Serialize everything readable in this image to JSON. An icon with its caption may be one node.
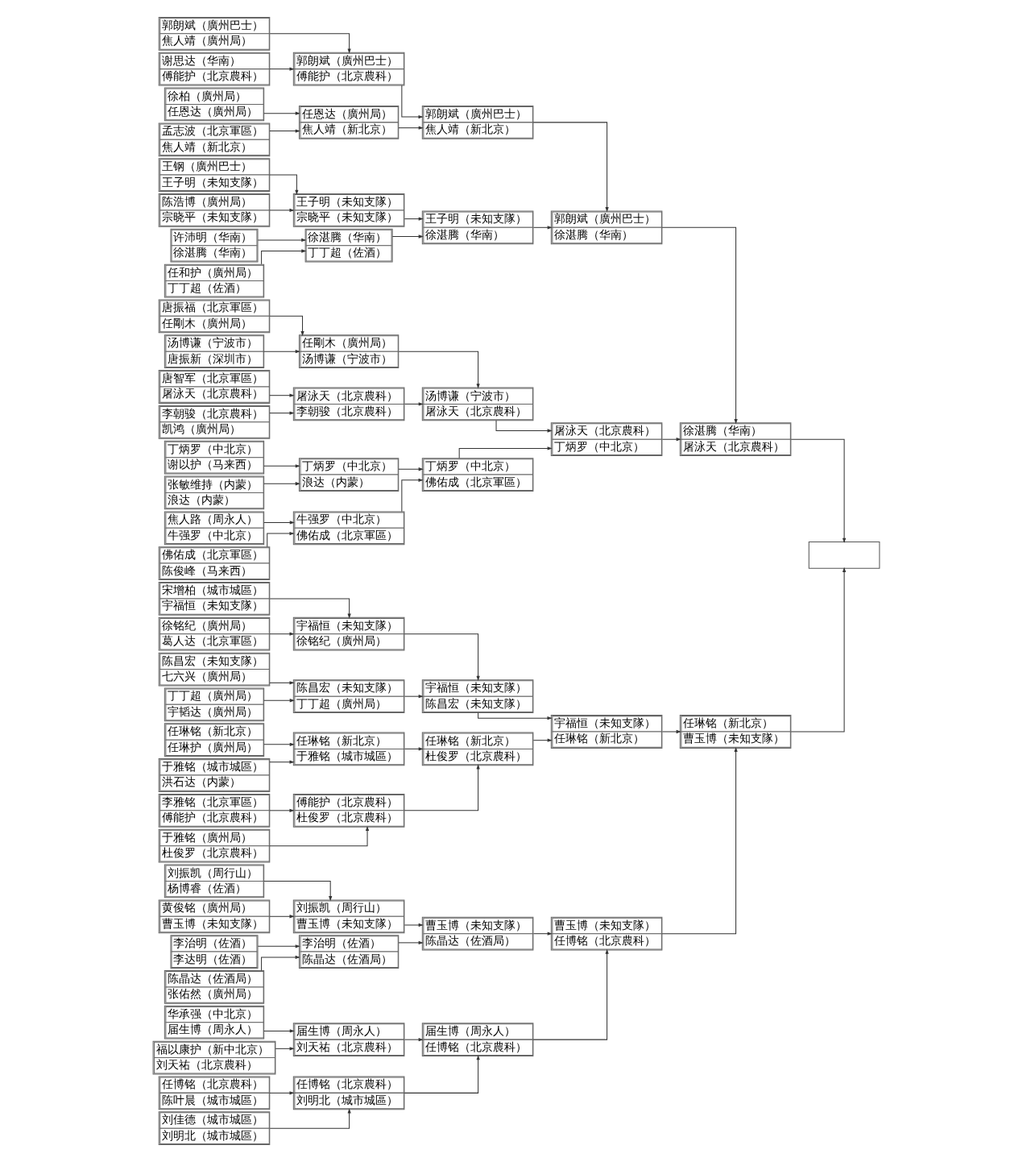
{
  "diagram": {
    "nodes": [
      {
        "text": [
          "郭朗斌（廣州巴士）",
          "焦人靖（廣州局）"
        ]
      },
      {
        "text": [
          "谢思达（华南）",
          "傅能护（北京農科）"
        ]
      },
      {
        "text": [
          "徐柏（廣州局）",
          "任恩达（廣州局）"
        ]
      },
      {
        "text": [
          "孟志波（北京軍區）",
          "焦人靖（新北京）"
        ]
      },
      {
        "text": [
          "王钢（廣州巴士）",
          "王子明（未知支隊）"
        ]
      },
      {
        "text": [
          "陈浩博（廣州局）",
          "宗晓平（未知支隊）"
        ]
      },
      {
        "text": [
          "许沛明（华南）",
          "徐湛腾（华南）"
        ]
      },
      {
        "text": [
          "任和护（廣州局）",
          "丁丁超（佐酒）"
        ]
      },
      {
        "text": [
          "唐振福（北京軍區）",
          "任剛木（廣州局）"
        ]
      },
      {
        "text": [
          "汤博谦（宁波市）",
          "唐振新（深圳市）"
        ]
      },
      {
        "text": [
          "唐智军（北京軍區）",
          "屠泳天（北京農科）"
        ]
      },
      {
        "text": [
          "李朝骏（北京農科）",
          "凯鸿（廣州局）"
        ]
      },
      {
        "text": [
          "丁炳罗（中北京）",
          "谢以护（马来西）"
        ]
      },
      {
        "text": [
          "张敏维持（内蒙）",
          "浪达（内蒙）"
        ]
      },
      {
        "text": [
          "焦人路（周永人）",
          "牛强罗（中北京）"
        ]
      },
      {
        "text": [
          "佛佑成（北京軍區）",
          "陈俊峰（马来西）"
        ]
      },
      {
        "text": [
          "宋增柏（城市城區）",
          "宇福恒（未知支隊）"
        ]
      },
      {
        "text": [
          "徐铭纪（廣州局）",
          "葛人达（北京軍區）"
        ]
      },
      {
        "text": [
          "陈昌宏（未知支隊）",
          "七六兴（廣州局）"
        ]
      },
      {
        "text": [
          "丁丁超（廣州局）",
          "宇韬达（廣州局）"
        ]
      },
      {
        "text": [
          "任琳铭（新北京）",
          "任琳护（廣州局）"
        ]
      },
      {
        "text": [
          "于雅铭（城市城區）",
          "洪石达（内蒙）"
        ]
      },
      {
        "text": [
          "李雅铭（北京軍區）",
          "傅能护（北京農科）"
        ]
      },
      {
        "text": [
          "于雅铭（廣州局）",
          "杜俊罗（北京農科）"
        ]
      },
      {
        "text": [
          "刘振凯（周行山）",
          "杨博睿（佐酒）"
        ]
      },
      {
        "text": [
          "黄俊铭（廣州局）",
          "曹玉博（未知支隊）"
        ]
      },
      {
        "text": [
          "李治明（佐酒）",
          "李达明（佐酒）"
        ]
      },
      {
        "text": [
          "陈晶达（佐酒局）",
          "张佑然（廣州局）"
        ]
      },
      {
        "text": [
          "华承强（中北京）",
          "届生博（周永人）"
        ]
      },
      {
        "text": [
          "福以康护（新中北京）",
          "刘天祐（北京農科）"
        ]
      },
      {
        "text": [
          "任博铭（北京農科）",
          "陈叶晨（城市城區）"
        ]
      },
      {
        "text": [
          "刘佳德（城市城區）",
          "刘明北（城市城區）"
        ]
      },
      {
        "text": [
          "郭朗斌（廣州巴士）",
          "傅能护（北京農科）"
        ]
      },
      {
        "text": [
          "任恩达（廣州局）",
          "焦人靖（新北京）"
        ]
      },
      {
        "text": [
          "王子明（未知支隊）",
          "宗晓平（未知支隊）"
        ]
      },
      {
        "text": [
          "徐湛腾（华南）",
          "丁丁超（佐酒）"
        ]
      },
      {
        "text": [
          "任剛木（廣州局）",
          "汤博谦（宁波市）"
        ]
      },
      {
        "text": [
          "屠泳天（北京農科）",
          "李朝骏（北京農科）"
        ]
      },
      {
        "text": [
          "丁炳罗（中北京）",
          "浪达（内蒙）"
        ]
      },
      {
        "text": [
          "牛强罗（中北京）",
          "佛佑成（北京軍區）"
        ]
      },
      {
        "text": [
          "宇福恒（未知支隊）",
          "徐铭纪（廣州局）"
        ]
      },
      {
        "text": [
          "陈昌宏（未知支隊）",
          "丁丁超（廣州局）"
        ]
      },
      {
        "text": [
          "任琳铭（新北京）",
          "于雅铭（城市城區）"
        ]
      },
      {
        "text": [
          "傅能护（北京農科）",
          "杜俊罗（北京農科）"
        ]
      },
      {
        "text": [
          "刘振凯（周行山）",
          "曹玉博（未知支隊）"
        ]
      },
      {
        "text": [
          "李治明（佐酒）",
          "陈晶达（佐酒局）"
        ]
      },
      {
        "text": [
          "届生博（周永人）",
          "刘天祐（北京農科）"
        ]
      },
      {
        "text": [
          "任博铭（北京農科）",
          "刘明北（城市城區）"
        ]
      },
      {
        "text": [
          "郭朗斌（廣州巴士）",
          "焦人靖（新北京）"
        ]
      },
      {
        "text": [
          "王子明（未知支隊）",
          "徐湛腾（华南）"
        ]
      },
      {
        "text": [
          "汤博谦（宁波市）",
          "屠泳天（北京農科）"
        ]
      },
      {
        "text": [
          "丁炳罗（中北京）",
          "佛佑成（北京軍區）"
        ]
      },
      {
        "text": [
          "宇福恒（未知支隊）",
          "陈昌宏（未知支隊）"
        ]
      },
      {
        "text": [
          "任琳铭（新北京）",
          "杜俊罗（北京農科）"
        ]
      },
      {
        "text": [
          "曹玉博（未知支隊）",
          "陈晶达（佐酒局）"
        ]
      },
      {
        "text": [
          "届生博（周永人）",
          "任博铭（北京農科）"
        ]
      },
      {
        "text": [
          "郭朗斌（廣州巴士）",
          "徐湛腾（华南）"
        ]
      },
      {
        "text": [
          "屠泳天（北京農科）",
          "丁炳罗（中北京）"
        ]
      },
      {
        "text": [
          "宇福恒（未知支隊）",
          "任琳铭（新北京）"
        ]
      },
      {
        "text": [
          "曹玉博（未知支隊）",
          "任博铭（北京農科）"
        ]
      },
      {
        "text": [
          "徐湛腾（华南）",
          "屠泳天（北京農科）"
        ]
      },
      {
        "text": [
          "任琳铭（新北京）",
          "曹玉博（未知支隊）"
        ]
      },
      {
        "text": [],
        "shape": "box"
      }
    ],
    "edges": [
      {
        "from": 0,
        "to": 32,
        "arrow": "to"
      },
      {
        "from": 1,
        "to": 32,
        "arrow": "to"
      },
      {
        "from": 2,
        "to": 33,
        "arrow": "to"
      },
      {
        "from": 3,
        "to": 33,
        "arrow": "to"
      },
      {
        "from": 4,
        "to": 34,
        "arrow": "to"
      },
      {
        "from": 5,
        "to": 34,
        "arrow": "to"
      },
      {
        "from": 6,
        "to": 35,
        "arrow": "to"
      },
      {
        "from": 7,
        "to": 35,
        "arrow": "to"
      },
      {
        "from": 8,
        "to": 36,
        "arrow": "to"
      },
      {
        "from": 9,
        "to": 36,
        "arrow": "to"
      },
      {
        "from": 10,
        "to": 37,
        "arrow": "to"
      },
      {
        "from": 11,
        "to": 37,
        "arrow": "to"
      },
      {
        "from": 12,
        "to": 38,
        "arrow": "to"
      },
      {
        "from": 13,
        "to": 38,
        "arrow": "to"
      },
      {
        "from": 14,
        "to": 39,
        "arrow": "to"
      },
      {
        "from": 15,
        "to": 39,
        "arrow": "to"
      },
      {
        "from": 16,
        "to": 40,
        "arrow": "to"
      },
      {
        "from": 17,
        "to": 40,
        "arrow": "to"
      },
      {
        "from": 18,
        "to": 41,
        "arrow": "to"
      },
      {
        "from": 19,
        "to": 41,
        "arrow": "to"
      },
      {
        "from": 20,
        "to": 42,
        "arrow": "to"
      },
      {
        "from": 21,
        "to": 42,
        "arrow": "to"
      },
      {
        "from": 22,
        "to": 43,
        "arrow": "to"
      },
      {
        "from": 23,
        "to": 43,
        "arrow": "to"
      },
      {
        "from": 24,
        "to": 44,
        "arrow": "to"
      },
      {
        "from": 25,
        "to": 44,
        "arrow": "to"
      },
      {
        "from": 26,
        "to": 45,
        "arrow": "to"
      },
      {
        "from": 27,
        "to": 45,
        "arrow": "to"
      },
      {
        "from": 28,
        "to": 46,
        "arrow": "to"
      },
      {
        "from": 29,
        "to": 46,
        "arrow": "to"
      },
      {
        "from": 30,
        "to": 47,
        "arrow": "to"
      },
      {
        "from": 31,
        "to": 47,
        "arrow": "to"
      },
      {
        "from": 32,
        "to": 48,
        "arrow": "to"
      },
      {
        "from": 33,
        "to": 48,
        "arrow": "to"
      },
      {
        "from": 34,
        "to": 49,
        "arrow": "to"
      },
      {
        "from": 35,
        "to": 49,
        "arrow": "to"
      },
      {
        "from": 36,
        "to": 50,
        "arrow": "to"
      },
      {
        "from": 37,
        "to": 50,
        "arrow": "to"
      },
      {
        "from": 38,
        "to": 51,
        "arrow": "to"
      },
      {
        "from": 39,
        "to": 51,
        "arrow": "to"
      },
      {
        "from": 40,
        "to": 52,
        "arrow": "to"
      },
      {
        "from": 41,
        "to": 52,
        "arrow": "to"
      },
      {
        "from": 42,
        "to": 53,
        "arrow": "to"
      },
      {
        "from": 43,
        "to": 53,
        "arrow": "to"
      },
      {
        "from": 44,
        "to": 54,
        "arrow": "to"
      },
      {
        "from": 45,
        "to": 54,
        "arrow": "to"
      },
      {
        "from": 46,
        "to": 55,
        "arrow": "to"
      },
      {
        "from": 47,
        "to": 55,
        "arrow": "to"
      },
      {
        "from": 48,
        "to": 56,
        "arrow": "to"
      },
      {
        "from": 49,
        "to": 56,
        "arrow": "to"
      },
      {
        "from": 50,
        "to": 57,
        "arrow": "to"
      },
      {
        "from": 51,
        "to": 57,
        "arrow": "to"
      },
      {
        "from": 52,
        "to": 58,
        "arrow": "to"
      },
      {
        "from": 53,
        "to": 58,
        "arrow": "to"
      },
      {
        "from": 54,
        "to": 59,
        "arrow": "to"
      },
      {
        "from": 55,
        "to": 59,
        "arrow": "to"
      },
      {
        "from": 56,
        "to": 60,
        "arrow": "to"
      },
      {
        "from": 57,
        "to": 60,
        "arrow": "to"
      },
      {
        "from": 58,
        "to": 61,
        "arrow": "to"
      },
      {
        "from": 59,
        "to": 61,
        "arrow": "to"
      },
      {
        "from": 60,
        "to": 62,
        "arrow": "to"
      },
      {
        "from": 61,
        "to": 62,
        "arrow": "to"
      }
    ]
  }
}
